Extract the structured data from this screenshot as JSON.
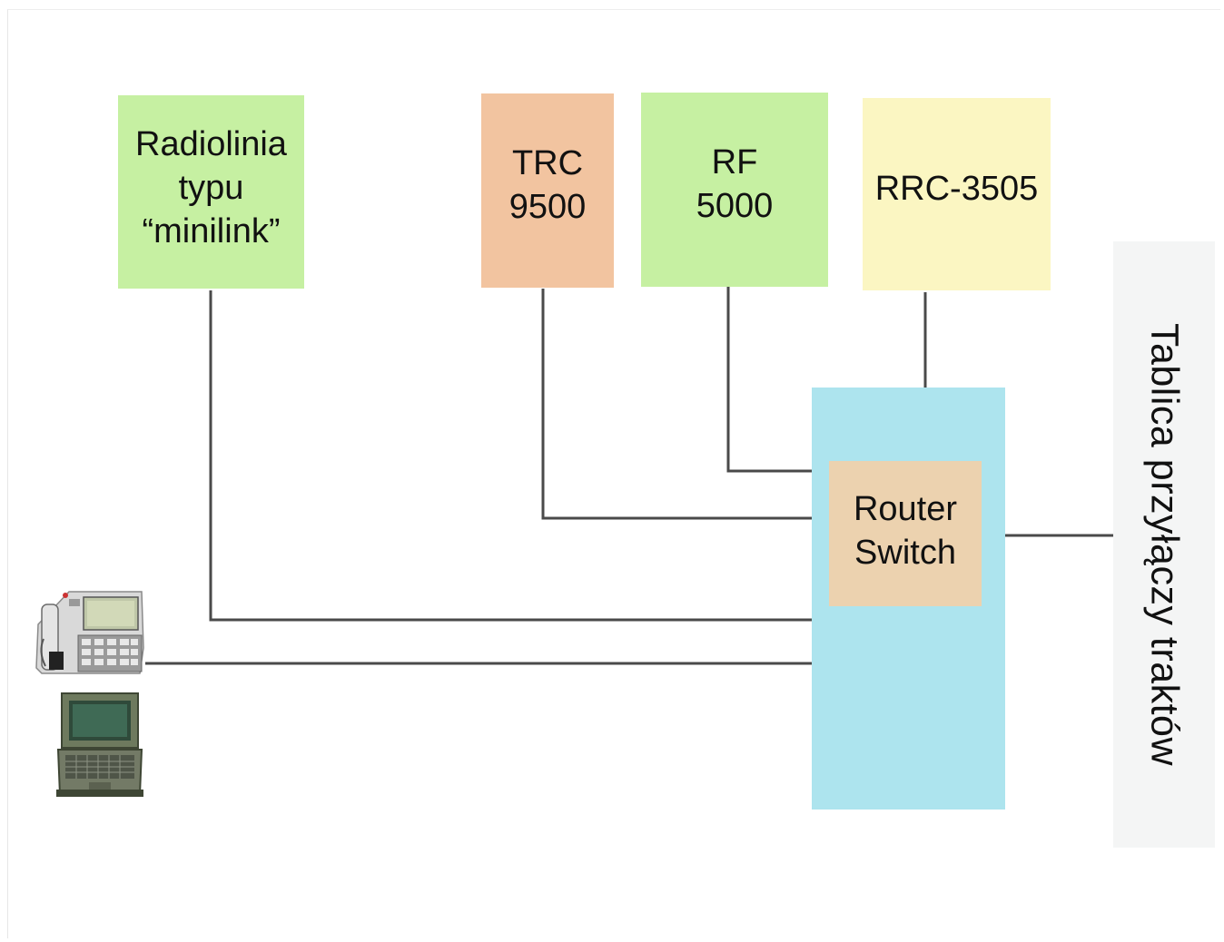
{
  "colors": {
    "green_box": "#c6f0a2",
    "orange_box": "#f2c4a0",
    "yellow_box": "#fbf6c2",
    "cabinet": "#ade4ee",
    "router": "#ecd2af",
    "panel": "#f4f5f5",
    "wire": "#4a4a4a"
  },
  "boxes": {
    "minilink": {
      "lines": [
        "Radiolinia",
        "typu",
        "“minilink”"
      ]
    },
    "trc": {
      "lines": [
        "TRC",
        "9500"
      ]
    },
    "rf": {
      "lines": [
        "RF",
        "5000"
      ]
    },
    "rrc": {
      "lines": [
        "RRC-3505"
      ]
    },
    "router": {
      "lines": [
        "Router",
        "Switch"
      ]
    }
  },
  "panel": {
    "label": "Tablica przyłączy traktów"
  },
  "devices": {
    "phone": {
      "icon": "ip-phone-icon"
    },
    "laptop": {
      "icon": "rugged-laptop-icon"
    }
  }
}
